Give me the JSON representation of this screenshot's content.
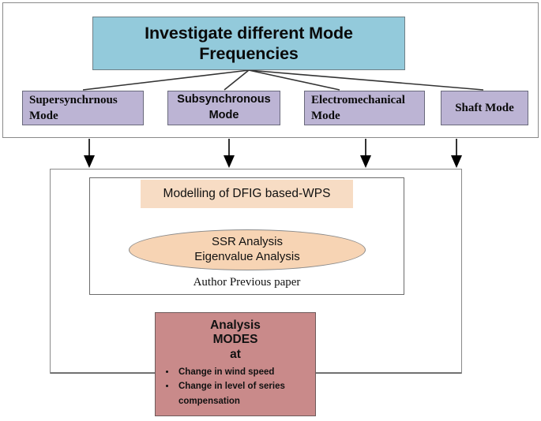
{
  "diagram": {
    "title_box": {
      "label": "Investigate  different Mode Frequencies",
      "line1": "Investigate  different Mode",
      "line2": "Frequencies",
      "fill": "#93CADB"
    },
    "modes": [
      {
        "name": "supersynchronous-mode",
        "line1": "Supersynchrnous",
        "line2": "Mode",
        "fill": "#BCB4D4"
      },
      {
        "name": "subsynchronous-mode",
        "line1": "Subsynchronous",
        "line2": "Mode",
        "fill": "#BCB4D4"
      },
      {
        "name": "electromechanical-mode",
        "line1": "Electromechanical",
        "line2": "Mode",
        "fill": "#BCB4D4"
      },
      {
        "name": "shaft-mode",
        "line1": "Shaft Mode",
        "line2": "",
        "fill": "#BCB4D4"
      }
    ],
    "modelling_box": {
      "label": "Modelling of DFIG based-WPS",
      "fill": "#F7DCC4"
    },
    "analysis_ellipse": {
      "line1": "SSR Analysis",
      "line2": "Eigenvalue Analysis",
      "fill": "#F7D4B4"
    },
    "paper_caption": "Author Previous paper",
    "analysis_modes_box": {
      "line1": "Analysis",
      "line2": "MODES",
      "line3": "at",
      "bullets": [
        "Change in wind speed",
        "Change in level of series compensation"
      ],
      "fill": "#C98A8A"
    },
    "connectors": {
      "line_color": "#333333",
      "arrow_color": "#000000"
    }
  }
}
